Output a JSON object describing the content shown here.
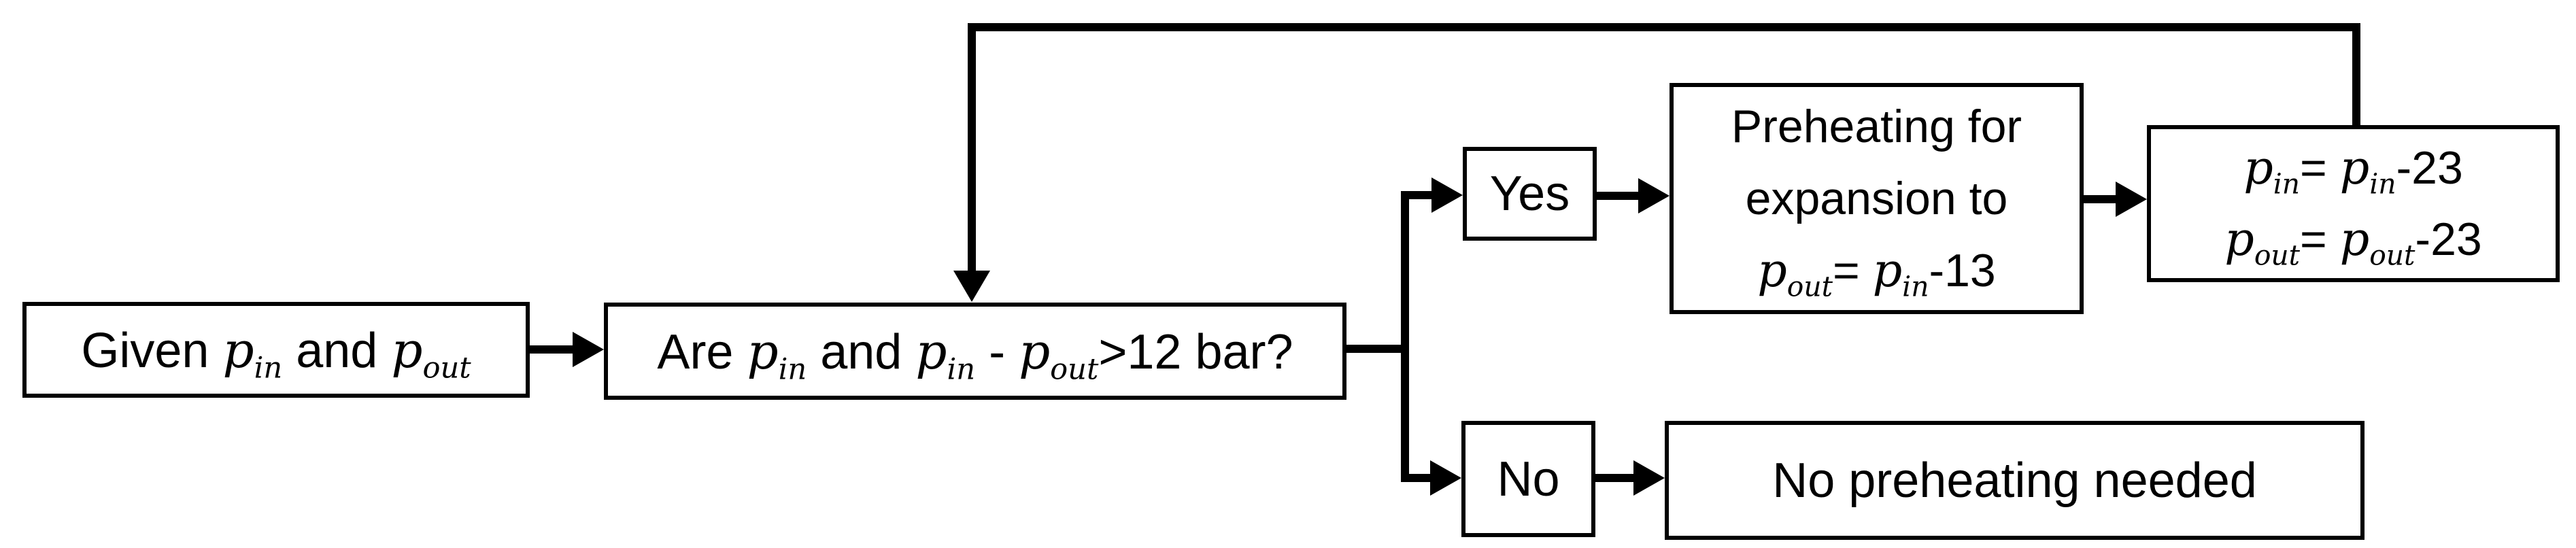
{
  "colors": {
    "background": "#ffffff",
    "line": "#000000",
    "box_fill": "#ffffff",
    "text": "#000000"
  },
  "nodes": {
    "given": {
      "segments": [
        "Given ",
        "p",
        "in",
        " and ",
        "p",
        "out"
      ]
    },
    "decision": {
      "segments": [
        "Are ",
        "p",
        "in",
        " and ",
        "p",
        "in",
        " - ",
        "p",
        "out",
        ">12 bar?"
      ]
    },
    "yes": {
      "label": "Yes"
    },
    "no": {
      "label": "No"
    },
    "preheat": {
      "line1": "Preheating for",
      "line2": "expansion to",
      "formula": [
        "p",
        "out",
        "= ",
        "p",
        "in",
        "-13"
      ]
    },
    "update": {
      "formula1": [
        "p",
        "in",
        "= ",
        "p",
        "in",
        "-23"
      ],
      "formula2": [
        "p",
        "out",
        "= ",
        "p",
        "out",
        "-23"
      ]
    },
    "no_preheat": {
      "label": "No preheating needed"
    }
  },
  "edges": [
    {
      "from": "given",
      "to": "decision"
    },
    {
      "from": "decision",
      "to": "yes"
    },
    {
      "from": "decision",
      "to": "no"
    },
    {
      "from": "yes",
      "to": "preheat"
    },
    {
      "from": "preheat",
      "to": "update"
    },
    {
      "from": "update",
      "to": "decision",
      "type": "feedback-loop"
    },
    {
      "from": "no",
      "to": "no_preheat"
    }
  ]
}
